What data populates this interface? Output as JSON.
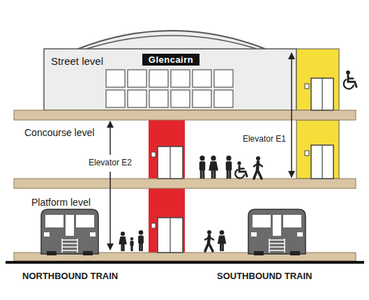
{
  "diagram": {
    "nodes": [
      {
        "text": [
          "Street level"
        ]
      },
      {
        "text": [
          "Glencairn"
        ],
        "in": 0
      }
    ],
    "labels": [
      "Concourse level",
      "Elevator E2",
      "Elevator E1",
      "Platform level",
      "NORTHBOUND TRAIN",
      "SOUTHBOUND TRAIN"
    ]
  }
}
